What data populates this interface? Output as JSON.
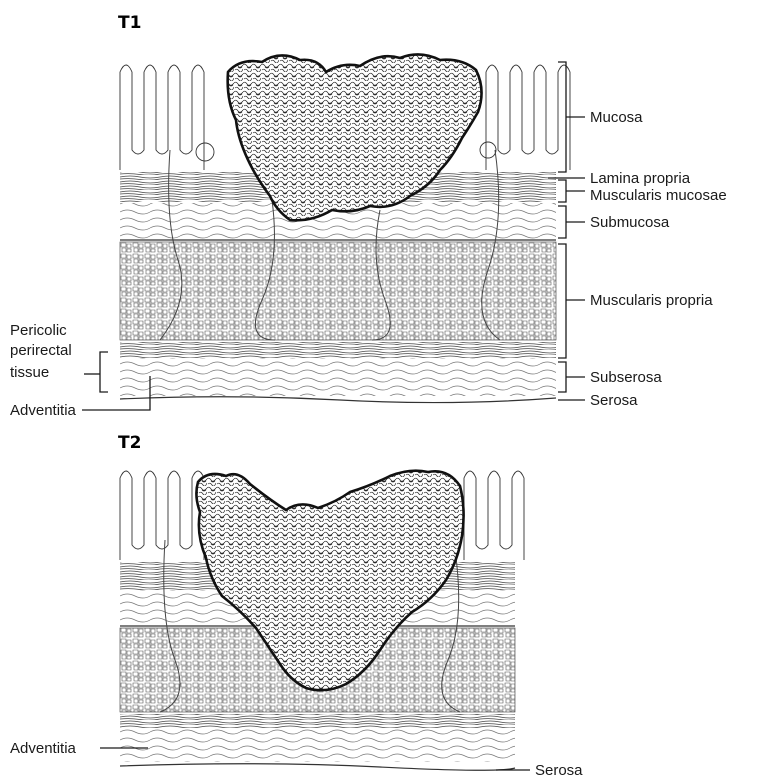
{
  "stages": [
    {
      "id": "t1",
      "title": "T1",
      "right_labels": {
        "mucosa": "Mucosa",
        "lamina_propria": "Lamina propria",
        "muscularis_mucosae": "Muscularis mucosae",
        "submucosa": "Submucosa",
        "muscularis_propria": "Muscularis propria",
        "subserosa": "Subserosa",
        "serosa": "Serosa"
      },
      "left_labels": {
        "pericolic_line1": "Pericolic",
        "pericolic_line2": "perirectal",
        "pericolic_line3": "tissue",
        "adventitia": "Adventitia"
      }
    },
    {
      "id": "t2",
      "title": "T2",
      "left_labels": {
        "adventitia": "Adventitia"
      },
      "right_labels": {
        "serosa": "Serosa"
      }
    }
  ],
  "colors": {
    "ink": "#1a1a1a",
    "background": "#ffffff",
    "tissue_fill": "#f6f6f6"
  }
}
